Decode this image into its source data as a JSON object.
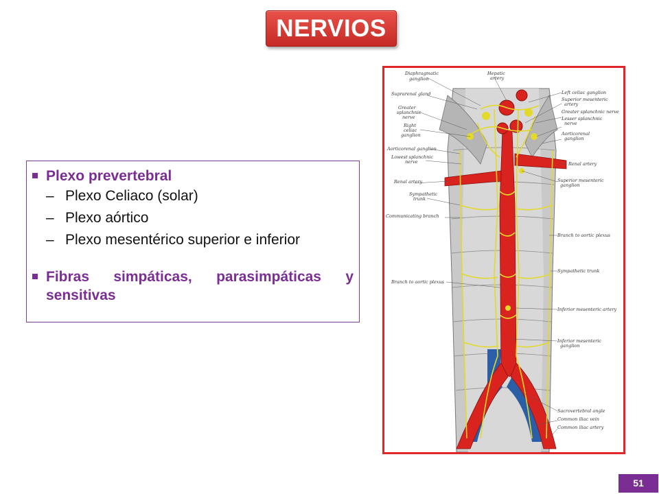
{
  "slide": {
    "title": "NERVIOS",
    "page_number": "51",
    "colors": {
      "title_bg": "#d13a34",
      "accent": "#7a2e93",
      "frame": "#e0262a"
    }
  },
  "content": {
    "bullet1": "Plexo prevertebral",
    "sub_items": [
      "Plexo Celiaco (solar)",
      "Plexo aórtico",
      "Plexo mesentérico superior e inferior"
    ],
    "bullet2_line1": "Fibras simpáticas, parasimpáticas y",
    "bullet2_line2": "sensitivas"
  },
  "figure": {
    "labels_left": [
      "Diaphragmatic ganglion",
      "Suprarenal gland",
      "Greater splanchnic nerve",
      "Right celiac ganglion",
      "Aorticorenal ganglion",
      "Lowest splanchnic nerve",
      "Renal artery",
      "Sympathetic trunk",
      "Communicating branch",
      "Branch to aortic plexus"
    ],
    "labels_right": [
      "Hepatic artery",
      "Left celiac ganglion",
      "Superior mesenteric artery",
      "Greater splanchnic nerve",
      "Lesser splanchnic nerve",
      "Aorticorenal ganglion",
      "Renal artery",
      "Superior mesenteric ganglion",
      "Branch to aortic plexus",
      "Sympathetic trunk",
      "Inferior mesenteric artery",
      "Inferior mesenteric ganglion",
      "Sacrovertebral angle",
      "Common iliac vein",
      "Common iliac artery"
    ]
  }
}
